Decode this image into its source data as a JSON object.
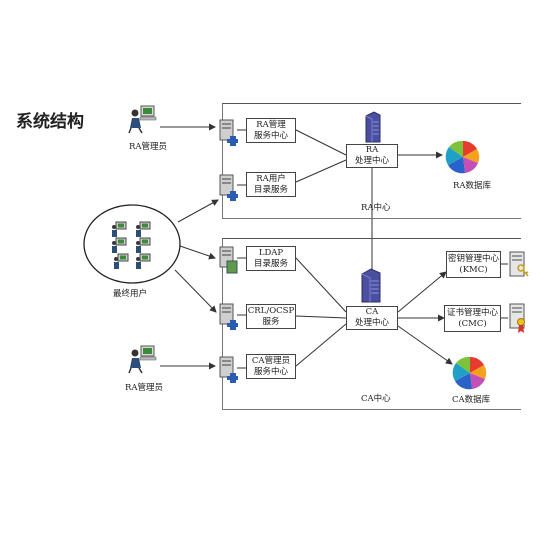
{
  "title": "系统结构",
  "ra_admin_label": "RA管理员",
  "end_users_label": "最终用户",
  "ca_admin_label": "RA管理员",
  "ra_region": {
    "label": "RA中心",
    "ra_mgmt_line1": "RA管理",
    "ra_mgmt_line2": "服务中心",
    "ra_user_line1": "RA用户",
    "ra_user_line2": "目录服务",
    "ra_proc_line1": "RA",
    "ra_proc_line2": "处理中心",
    "ra_db": "RA数据库"
  },
  "ca_region": {
    "label": "CA中心",
    "ldap_line1": "LDAP",
    "ldap_line2": "目录服务",
    "crl_line1": "CRL/OCSP",
    "crl_line2": "服务",
    "ca_mgmt_line1": "CA管理员",
    "ca_mgmt_line2": "服务中心",
    "ca_proc_line1": "CA",
    "ca_proc_line2": "处理中心",
    "kmc_line1": "密钥管理中心",
    "kmc_line2": "(KMC)",
    "cmc_line1": "证书管理中心",
    "cmc_line2": "(CMC)",
    "ca_db": "CA数据库"
  },
  "colors": {
    "server_body": "#c9c9c9",
    "server_accent": "#2a5db0",
    "tower": "#4a4fa0",
    "connector": "#333333"
  }
}
